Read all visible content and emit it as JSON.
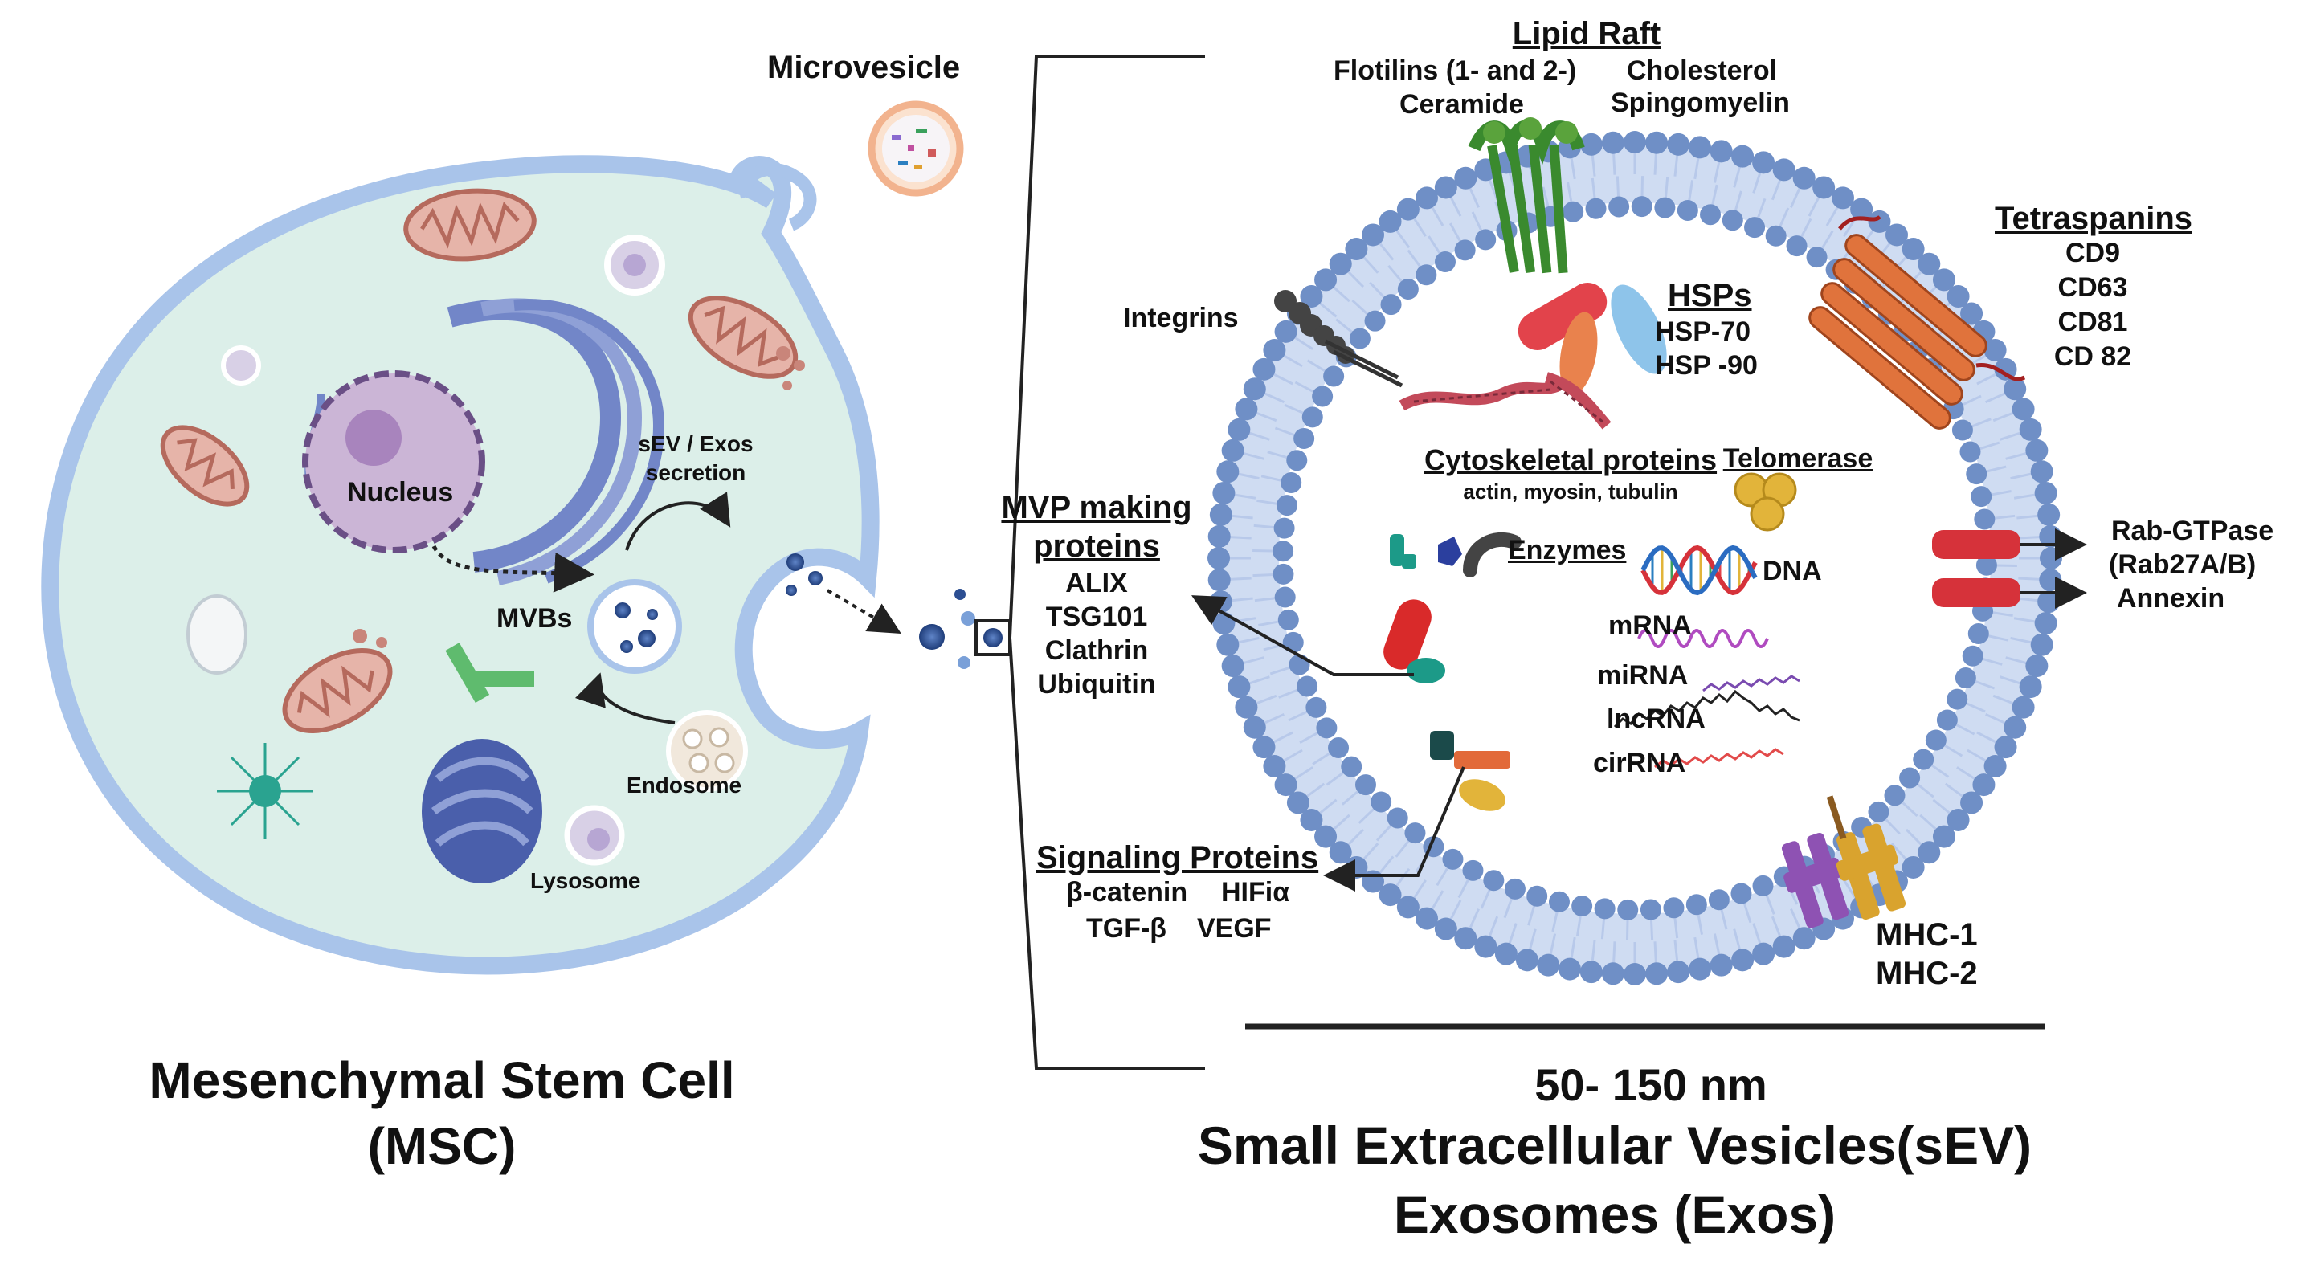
{
  "msc": {
    "title_line1": "Mesenchymal Stem Cell",
    "title_line2": "(MSC)",
    "nucleus": "Nucleus",
    "mvbs": "MVBs",
    "secretion_line1": "sEV / Exos",
    "secretion_line2": "secretion",
    "endosome": "Endosome",
    "lysosome": "Lysosome",
    "microvesicle": "Microvesicle"
  },
  "sev": {
    "size": "50- 150 nm",
    "title_line1": "Small Extracellular Vesicles(sEV)",
    "title_line2": "Exosomes (Exos)",
    "lipid_raft": {
      "heading": "Lipid Raft",
      "flotilins": "Flotilins (1- and 2-)",
      "ceramide": "Ceramide",
      "cholesterol": "Cholesterol",
      "sphingomyelin": "Spingomyelin"
    },
    "tetraspanins": {
      "heading": "Tetraspanins",
      "items": [
        "CD9",
        "CD63",
        "CD81",
        "CD 82"
      ]
    },
    "integrins": "Integrins",
    "hsps": {
      "heading": "HSPs",
      "items": [
        "HSP-70",
        "HSP -90"
      ]
    },
    "cytoskeletal": {
      "heading": "Cytoskeletal proteins",
      "sub": "actin, myosin, tubulin"
    },
    "telomerase": "Telomerase",
    "enzymes": "Enzymes",
    "nucleic": {
      "dna": "DNA",
      "mrna": "mRNA",
      "mirna": "miRNA",
      "lncrna": "lncRNA",
      "circrna": "cirRNA"
    },
    "mvp": {
      "heading_line1": "MVP making",
      "heading_line2": "proteins",
      "items": [
        "ALIX",
        "TSG101",
        "Clathrin",
        "Ubiquitin"
      ]
    },
    "signaling": {
      "heading": "Signaling Proteins",
      "row1a": "β-catenin",
      "row1b": "HIFiα",
      "row2a": "TGF-β",
      "row2b": "VEGF"
    },
    "rab": {
      "line1": "Rab-GTPase",
      "line2": "(Rab27A/B)",
      "annexin": "Annexin"
    },
    "mhc": [
      "MHC-1",
      "MHC-2"
    ]
  },
  "colors": {
    "cell_fill": "#dcefe9",
    "cell_membrane": "#a9c4ea",
    "lipid_head": "#6f8fc6",
    "lipid_tail": "#cfdcf2",
    "mitochondria": "#c9857a",
    "golgi": "#7286c8",
    "nucleus": "#cbb5d6",
    "raft": "#3a8a2e",
    "tetraspanin": "#e0733c",
    "rab": "#d6323a",
    "mhc1": "#8e52b3",
    "mhc2": "#d9a32e"
  }
}
